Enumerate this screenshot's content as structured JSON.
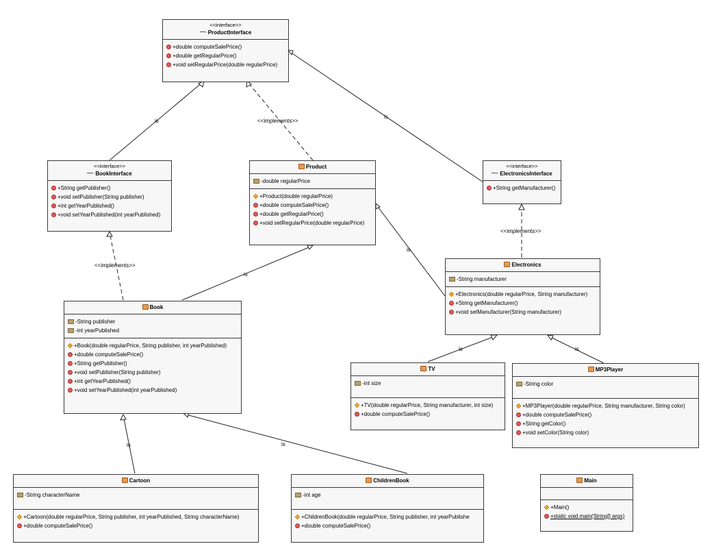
{
  "classes": {
    "product_interface": {
      "stereotype": "<<interface>>",
      "name": "ProductInterface",
      "methods": [
        "+double computeSalePrice()",
        "+double getRegularPrice()",
        "+void setRegularPrice(double regularPrice)"
      ]
    },
    "book_interface": {
      "stereotype": "<<interface>>",
      "name": "BookInterface",
      "methods": [
        "+String getPublisher()",
        "+void setPublisher(String publisher)",
        "+int getYearPublished()",
        "+void setYearPublished(int yearPublished)"
      ]
    },
    "product": {
      "name": "Product",
      "fields": [
        "-double regularPrice"
      ],
      "constructor": "+Product(double regularPrice)",
      "methods": [
        "+double computeSalePrice()",
        "+double getRegularPrice()",
        "+void setRegularPrice(double regularPrice)"
      ]
    },
    "electronics_interface": {
      "stereotype": "<<interface>>",
      "name": "ElectronicsInterface",
      "methods": [
        "+String getManufacturer()"
      ]
    },
    "electronics": {
      "name": "Electronics",
      "fields": [
        "-String manufacturer"
      ],
      "constructor": "+Electronics(double regularPrice, String manufacturer)",
      "methods": [
        "+String getManufacturer()",
        "+void setManufacturer(String manufacturer)"
      ]
    },
    "book": {
      "name": "Book",
      "fields": [
        "-String publisher",
        "-int yearPublished"
      ],
      "constructor": "+Book(double regularPrice, String publisher, int yearPublished)",
      "methods": [
        "+double computeSalePrice()",
        "+String getPublisher()",
        "+void setPublisher(String publisher)",
        "+int getYearPublished()",
        "+void setYearPublished(int yearPublished)"
      ]
    },
    "tv": {
      "name": "TV",
      "fields": [
        "-int size"
      ],
      "constructor": "+TV(double regularPrice, String manufacturer, int size)",
      "methods": [
        "+double computeSalePrice()"
      ]
    },
    "mp3player": {
      "name": "MP3Player",
      "fields": [
        "-String color"
      ],
      "constructor": "+MP3Player(double regularPrice, String manufacturer, String color)",
      "methods": [
        "+double computeSalePrice()",
        "+String getColor()",
        "+void setColor(String color)"
      ]
    },
    "cartoon": {
      "name": "Cartoon",
      "fields": [
        "-String characterName"
      ],
      "constructor": "+Cartoon(double regularPrice, String publisher, int yearPublished, String characterName)",
      "methods": [
        "+double computeSalePrice()"
      ]
    },
    "childrenbook": {
      "name": "ChildrenBook",
      "fields": [
        "-int age"
      ],
      "constructor": "+ChildrenBook(double regularPrice, String publisher, int yearPublishe",
      "methods": [
        "+double computeSalePrice()"
      ]
    },
    "main": {
      "name": "Main",
      "constructor": "+Main()",
      "methods": [
        "+static void main(String[] args)"
      ]
    }
  },
  "relations": {
    "is": "is",
    "implements": "<<implements>>"
  }
}
